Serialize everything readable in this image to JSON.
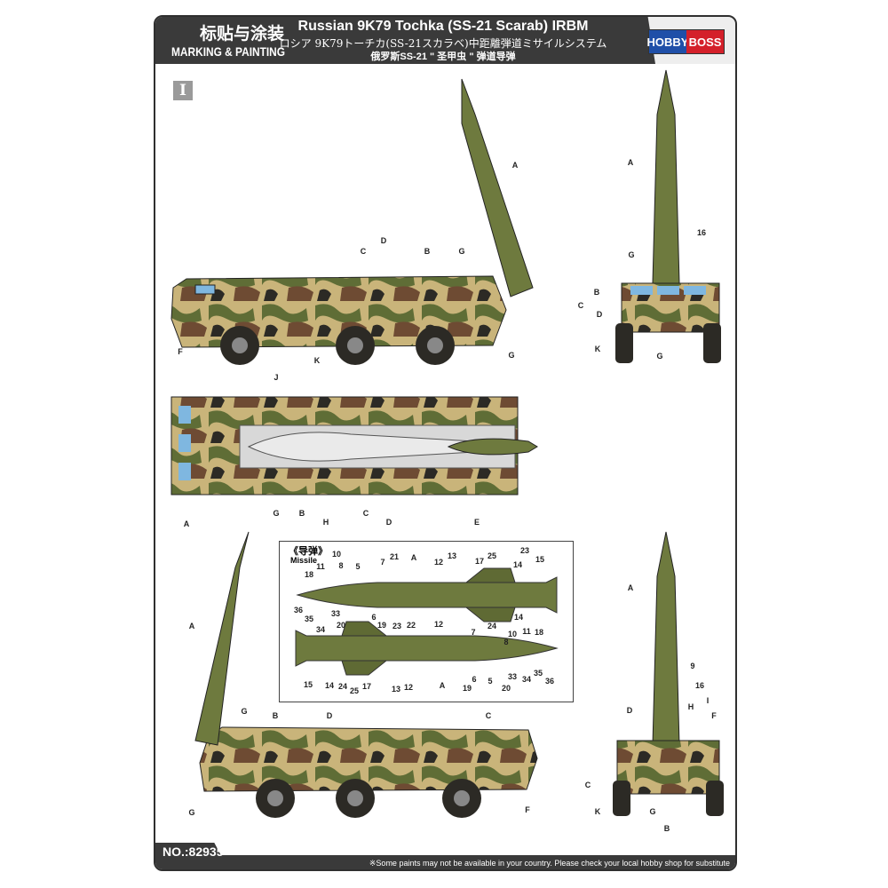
{
  "header": {
    "title_cn": "标贴与涂装",
    "title_en": "MARKING & PAINTING",
    "product_title": "Russian 9K79 Tochka (SS-21 Scarab) IRBM",
    "product_title_jp": "ロシア 9K79トーチカ(SS-21スカラベ)中距離弾道ミサイルシステム",
    "product_title_cn": "俄罗斯SS-21 \" 圣甲虫 \" 弹道导弹",
    "brand": {
      "part1": "HOBBY",
      "part2": "BOSS",
      "color1": "#1f4fa8",
      "color2": "#d4202a"
    }
  },
  "scheme_number": "I",
  "footer": {
    "product_no": "NO.:82935",
    "note": "※Some paints may not be available in your country. Please check your local hobby shop for substitute"
  },
  "colors": {
    "tan": "#c9b47a",
    "green": "#5f6d36",
    "brown": "#6e4b33",
    "dark": "#2c2a25",
    "missile": "#6e7a3e"
  },
  "views": {
    "side_top": {
      "labels": [
        "A",
        "C",
        "D",
        "B",
        "G",
        "F",
        "K",
        "G"
      ]
    },
    "front_top": {
      "labels": [
        "A",
        "16",
        "G",
        "B",
        "C",
        "D",
        "K",
        "G"
      ]
    },
    "top_down": {
      "labels": [
        "J",
        "A",
        "G",
        "B",
        "H",
        "C",
        "D",
        "E"
      ]
    },
    "side_bottom": {
      "labels": [
        "A",
        "G",
        "B",
        "D",
        "C",
        "G",
        "F"
      ]
    },
    "front_bottom": {
      "labels": [
        "A",
        "9",
        "16",
        "D",
        "H",
        "I",
        "F",
        "C",
        "K",
        "G",
        "B"
      ]
    }
  },
  "missile_inset": {
    "title_cn": "《导弹》",
    "title_en": "Missile",
    "labels": [
      "18",
      "11",
      "10",
      "8",
      "5",
      "7",
      "21",
      "A",
      "12",
      "13",
      "17",
      "25",
      "23",
      "14",
      "15",
      "36",
      "35",
      "34",
      "33",
      "20",
      "6",
      "19",
      "23",
      "22",
      "12",
      "24",
      "14",
      "7",
      "8",
      "10",
      "11",
      "18",
      "15",
      "14",
      "24",
      "25",
      "17",
      "13",
      "12",
      "A",
      "19",
      "6",
      "5",
      "20",
      "33",
      "34",
      "35",
      "36"
    ]
  }
}
